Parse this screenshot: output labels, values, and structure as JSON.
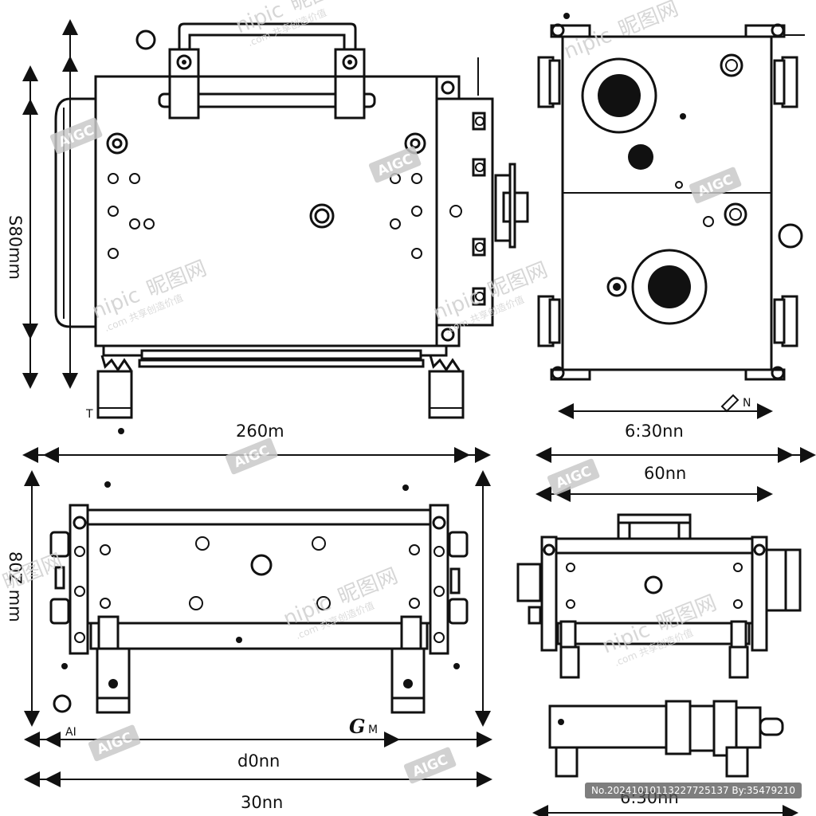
{
  "dimensions": {
    "top_left_width": "260m",
    "top_left_height": "S80mm",
    "top_right_width": "6:30nn",
    "top_right_span": "60nn",
    "bottom_left_height": "80Z mm",
    "bottom_left_width_a": "d0nn",
    "bottom_left_width_b": "30nn",
    "bottom_right_width": "6:30nn",
    "letter_g": "G",
    "letter_m": "M",
    "letter_ai": "AI",
    "letter_n": "N",
    "letter_t": "T"
  },
  "watermarks": {
    "brand": "nipic",
    "brand_cn": "昵图网",
    "sub": ".com 共享创造价值",
    "aigc": "AIGC"
  },
  "footer": {
    "image_id": "No.20241010113227725137 By:35479210"
  }
}
